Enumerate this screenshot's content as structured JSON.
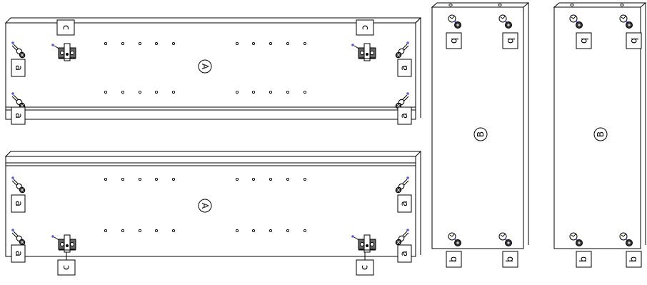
{
  "panels": {
    "long_panel_label": "A",
    "tall_panel_label": "B"
  },
  "part_labels": {
    "a": "a",
    "b": "b",
    "c": "c"
  },
  "colors": {
    "line": "#000000",
    "panel_fill": "#ffffff",
    "dowel_dot": "#5a5ad0"
  },
  "icons": {
    "cam_fitting": "cam-lock-icon",
    "hinge": "hinge-bracket-icon",
    "hole": "pre-drilled-hole"
  }
}
